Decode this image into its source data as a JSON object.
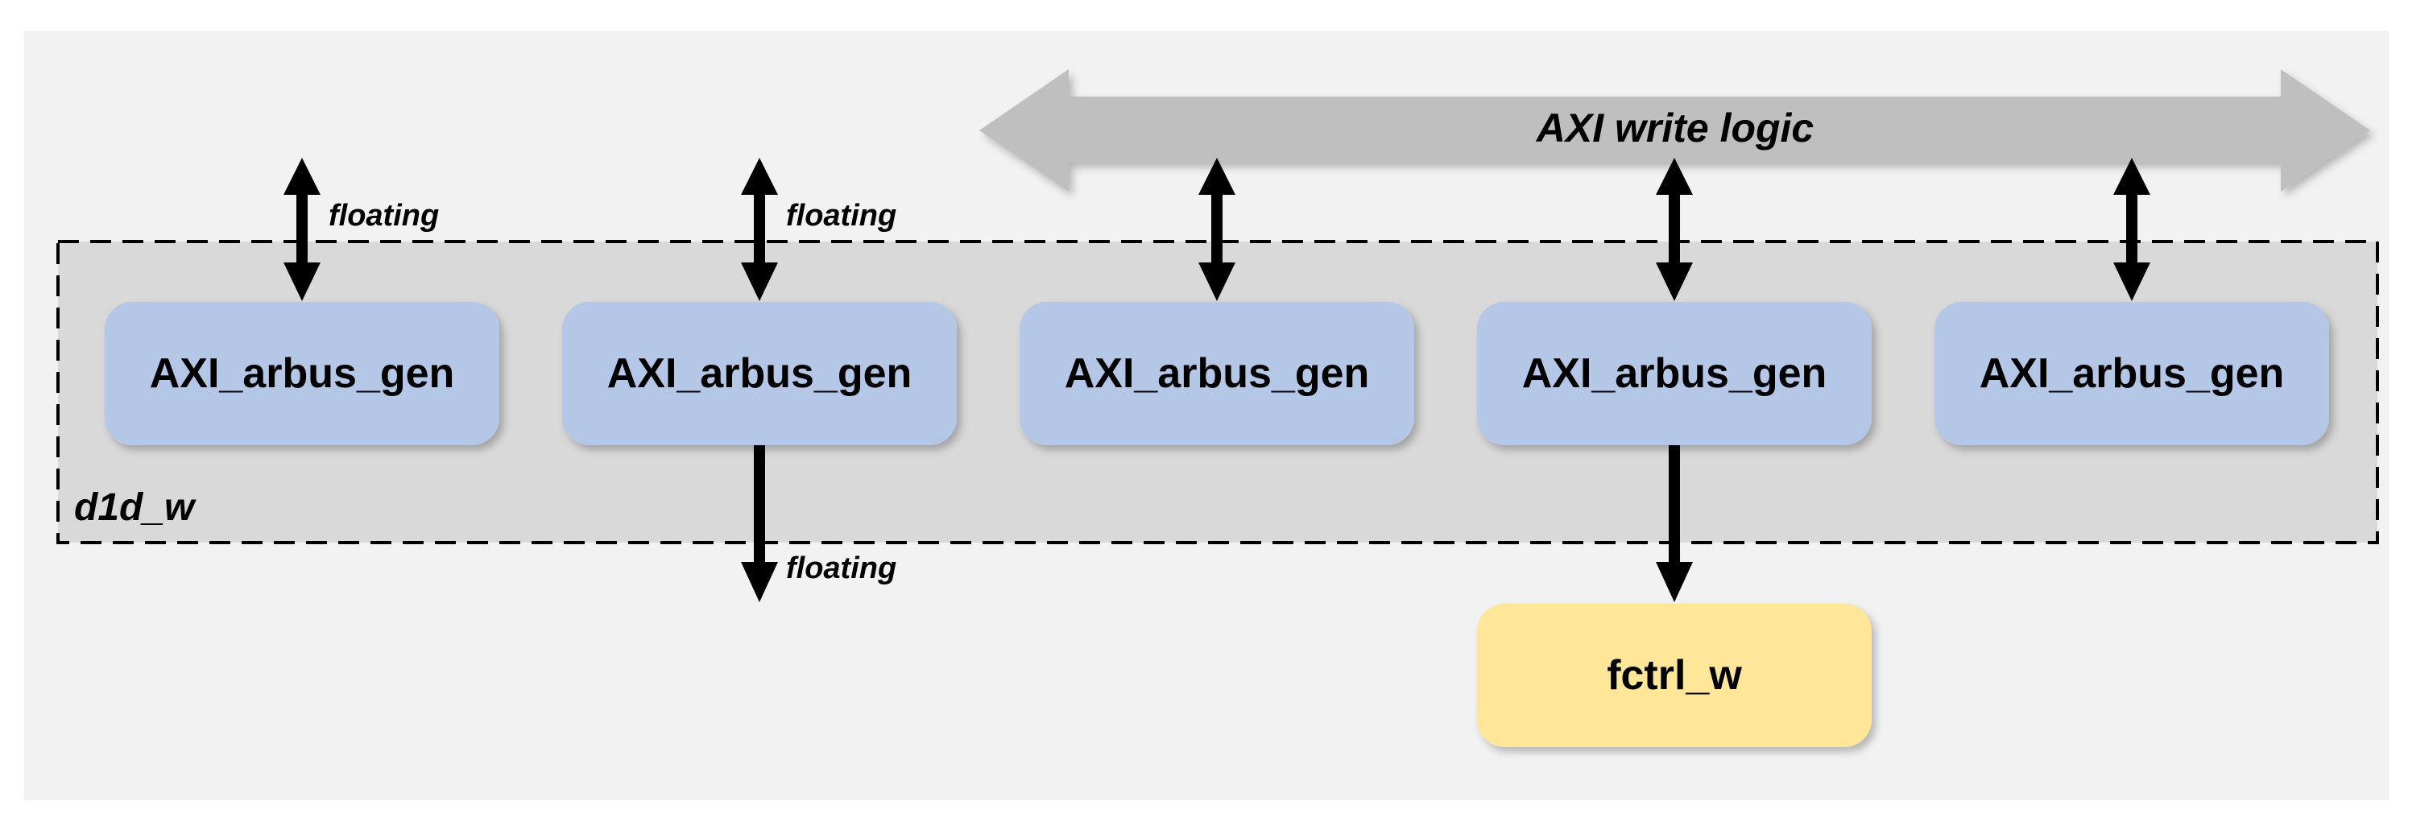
{
  "bus": {
    "label": "AXI write logic"
  },
  "container": {
    "label": "d1d_w"
  },
  "modules": [
    {
      "label": "AXI_arbus_gen",
      "top_connection": "floating",
      "top_label": "floating"
    },
    {
      "label": "AXI_arbus_gen",
      "top_connection": "floating",
      "top_label": "floating",
      "bottom_connection": "floating",
      "bottom_label": "floating"
    },
    {
      "label": "AXI_arbus_gen",
      "top_connection": "AXI write logic"
    },
    {
      "label": "AXI_arbus_gen",
      "top_connection": "AXI write logic",
      "bottom_connection": "fctrl_w"
    },
    {
      "label": "AXI_arbus_gen",
      "top_connection": "AXI write logic"
    }
  ],
  "output_block": {
    "label": "fctrl_w"
  },
  "colors": {
    "background_panel": "#f2f2f2",
    "container_fill": "#d9d9d9",
    "container_border": "#000000",
    "module_fill": "#b4c7e7",
    "output_fill": "#ffe699",
    "bus_arrow": "#bfbfbf",
    "connector": "#000000"
  }
}
